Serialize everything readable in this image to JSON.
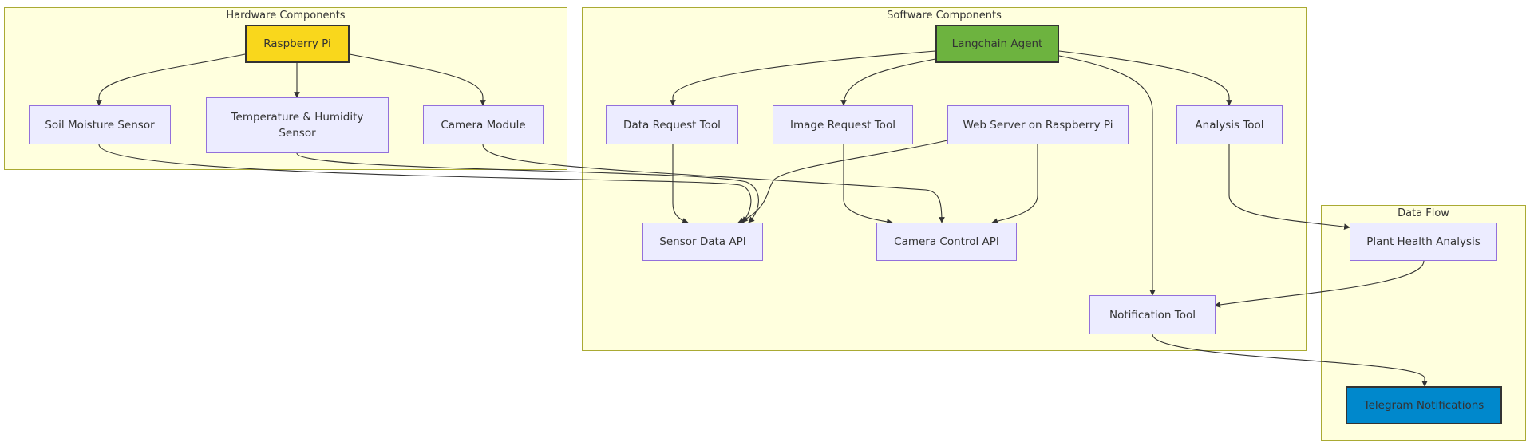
{
  "clusters": {
    "hardware": "Hardware Components",
    "software": "Software Components",
    "dataflow": "Data Flow"
  },
  "nodes": {
    "raspberry_pi": "Raspberry Pi",
    "soil_moisture": "Soil Moisture Sensor",
    "temp_humidity": "Temperature & Humidity Sensor",
    "camera_module": "Camera Module",
    "langchain_agent": "Langchain Agent",
    "data_request_tool": "Data Request Tool",
    "image_request_tool": "Image Request Tool",
    "web_server": "Web Server on Raspberry Pi",
    "analysis_tool": "Analysis Tool",
    "sensor_data_api": "Sensor Data API",
    "camera_control_api": "Camera Control API",
    "notification_tool": "Notification Tool",
    "plant_health_analysis": "Plant Health Analysis",
    "telegram_notifications": "Telegram Notifications"
  },
  "colors": {
    "cluster_fill": "#ffffde",
    "cluster_border": "#aaaa33",
    "node_fill": "#ececff",
    "node_border": "#9370db",
    "raspberry_pi_fill": "#f9d71c",
    "langchain_agent_fill": "#6db33f",
    "telegram_fill": "#0088cc",
    "edge": "#333333"
  },
  "edges": [
    {
      "from": "raspberry_pi",
      "to": "soil_moisture"
    },
    {
      "from": "raspberry_pi",
      "to": "temp_humidity"
    },
    {
      "from": "raspberry_pi",
      "to": "camera_module"
    },
    {
      "from": "soil_moisture",
      "to": "sensor_data_api"
    },
    {
      "from": "temp_humidity",
      "to": "sensor_data_api"
    },
    {
      "from": "camera_module",
      "to": "camera_control_api"
    },
    {
      "from": "langchain_agent",
      "to": "data_request_tool"
    },
    {
      "from": "langchain_agent",
      "to": "image_request_tool"
    },
    {
      "from": "langchain_agent",
      "to": "notification_tool"
    },
    {
      "from": "langchain_agent",
      "to": "analysis_tool"
    },
    {
      "from": "data_request_tool",
      "to": "sensor_data_api"
    },
    {
      "from": "image_request_tool",
      "to": "camera_control_api"
    },
    {
      "from": "web_server",
      "to": "sensor_data_api"
    },
    {
      "from": "web_server",
      "to": "camera_control_api"
    },
    {
      "from": "analysis_tool",
      "to": "plant_health_analysis"
    },
    {
      "from": "plant_health_analysis",
      "to": "notification_tool"
    },
    {
      "from": "notification_tool",
      "to": "telegram_notifications"
    }
  ]
}
